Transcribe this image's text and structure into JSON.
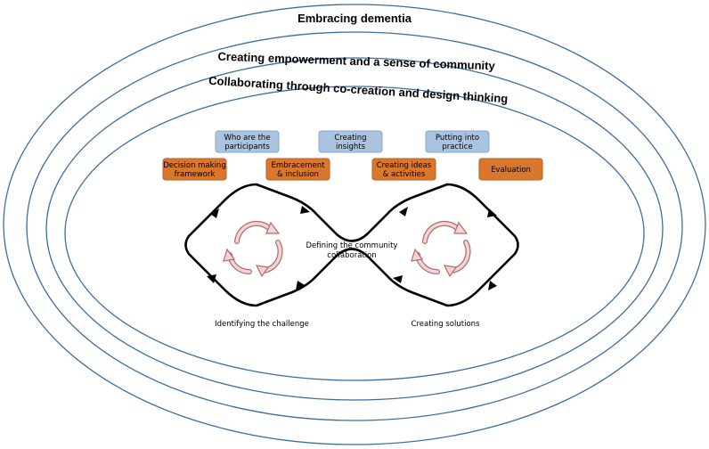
{
  "rings": {
    "outer": "Embracing dementia",
    "second": "Creating empowerment and a sense of community",
    "third": "Collaborating through co-creation and design thinking"
  },
  "boxes": {
    "who_line1": "Who are the",
    "who_line2": "participants",
    "insights_line1": "Creating",
    "insights_line2": "insights",
    "practice_line1": "Putting into",
    "practice_line2": "practice",
    "decision_line1": "Decision making",
    "decision_line2": "framework",
    "embracement_line1": "Embracement",
    "embracement_line2": "& inclusion",
    "ideas_line1": "Creating ideas",
    "ideas_line2": "& activities",
    "evaluation": "Evaluation"
  },
  "flow": {
    "center_line1": "Defining the community",
    "center_line2": "collaboration",
    "left_bottom": "Identifying the challenge",
    "right_bottom": "Creating solutions"
  },
  "colors": {
    "ring_stroke": "#3b6fa0",
    "blue_box": "#a9c3e0",
    "blue_box_stroke": "#8aa9cc",
    "orange_box": "#d9772c",
    "orange_box_stroke": "#b85f1c",
    "cycle_fill": "#f0d6d6",
    "cycle_stroke": "#b46b6b"
  }
}
